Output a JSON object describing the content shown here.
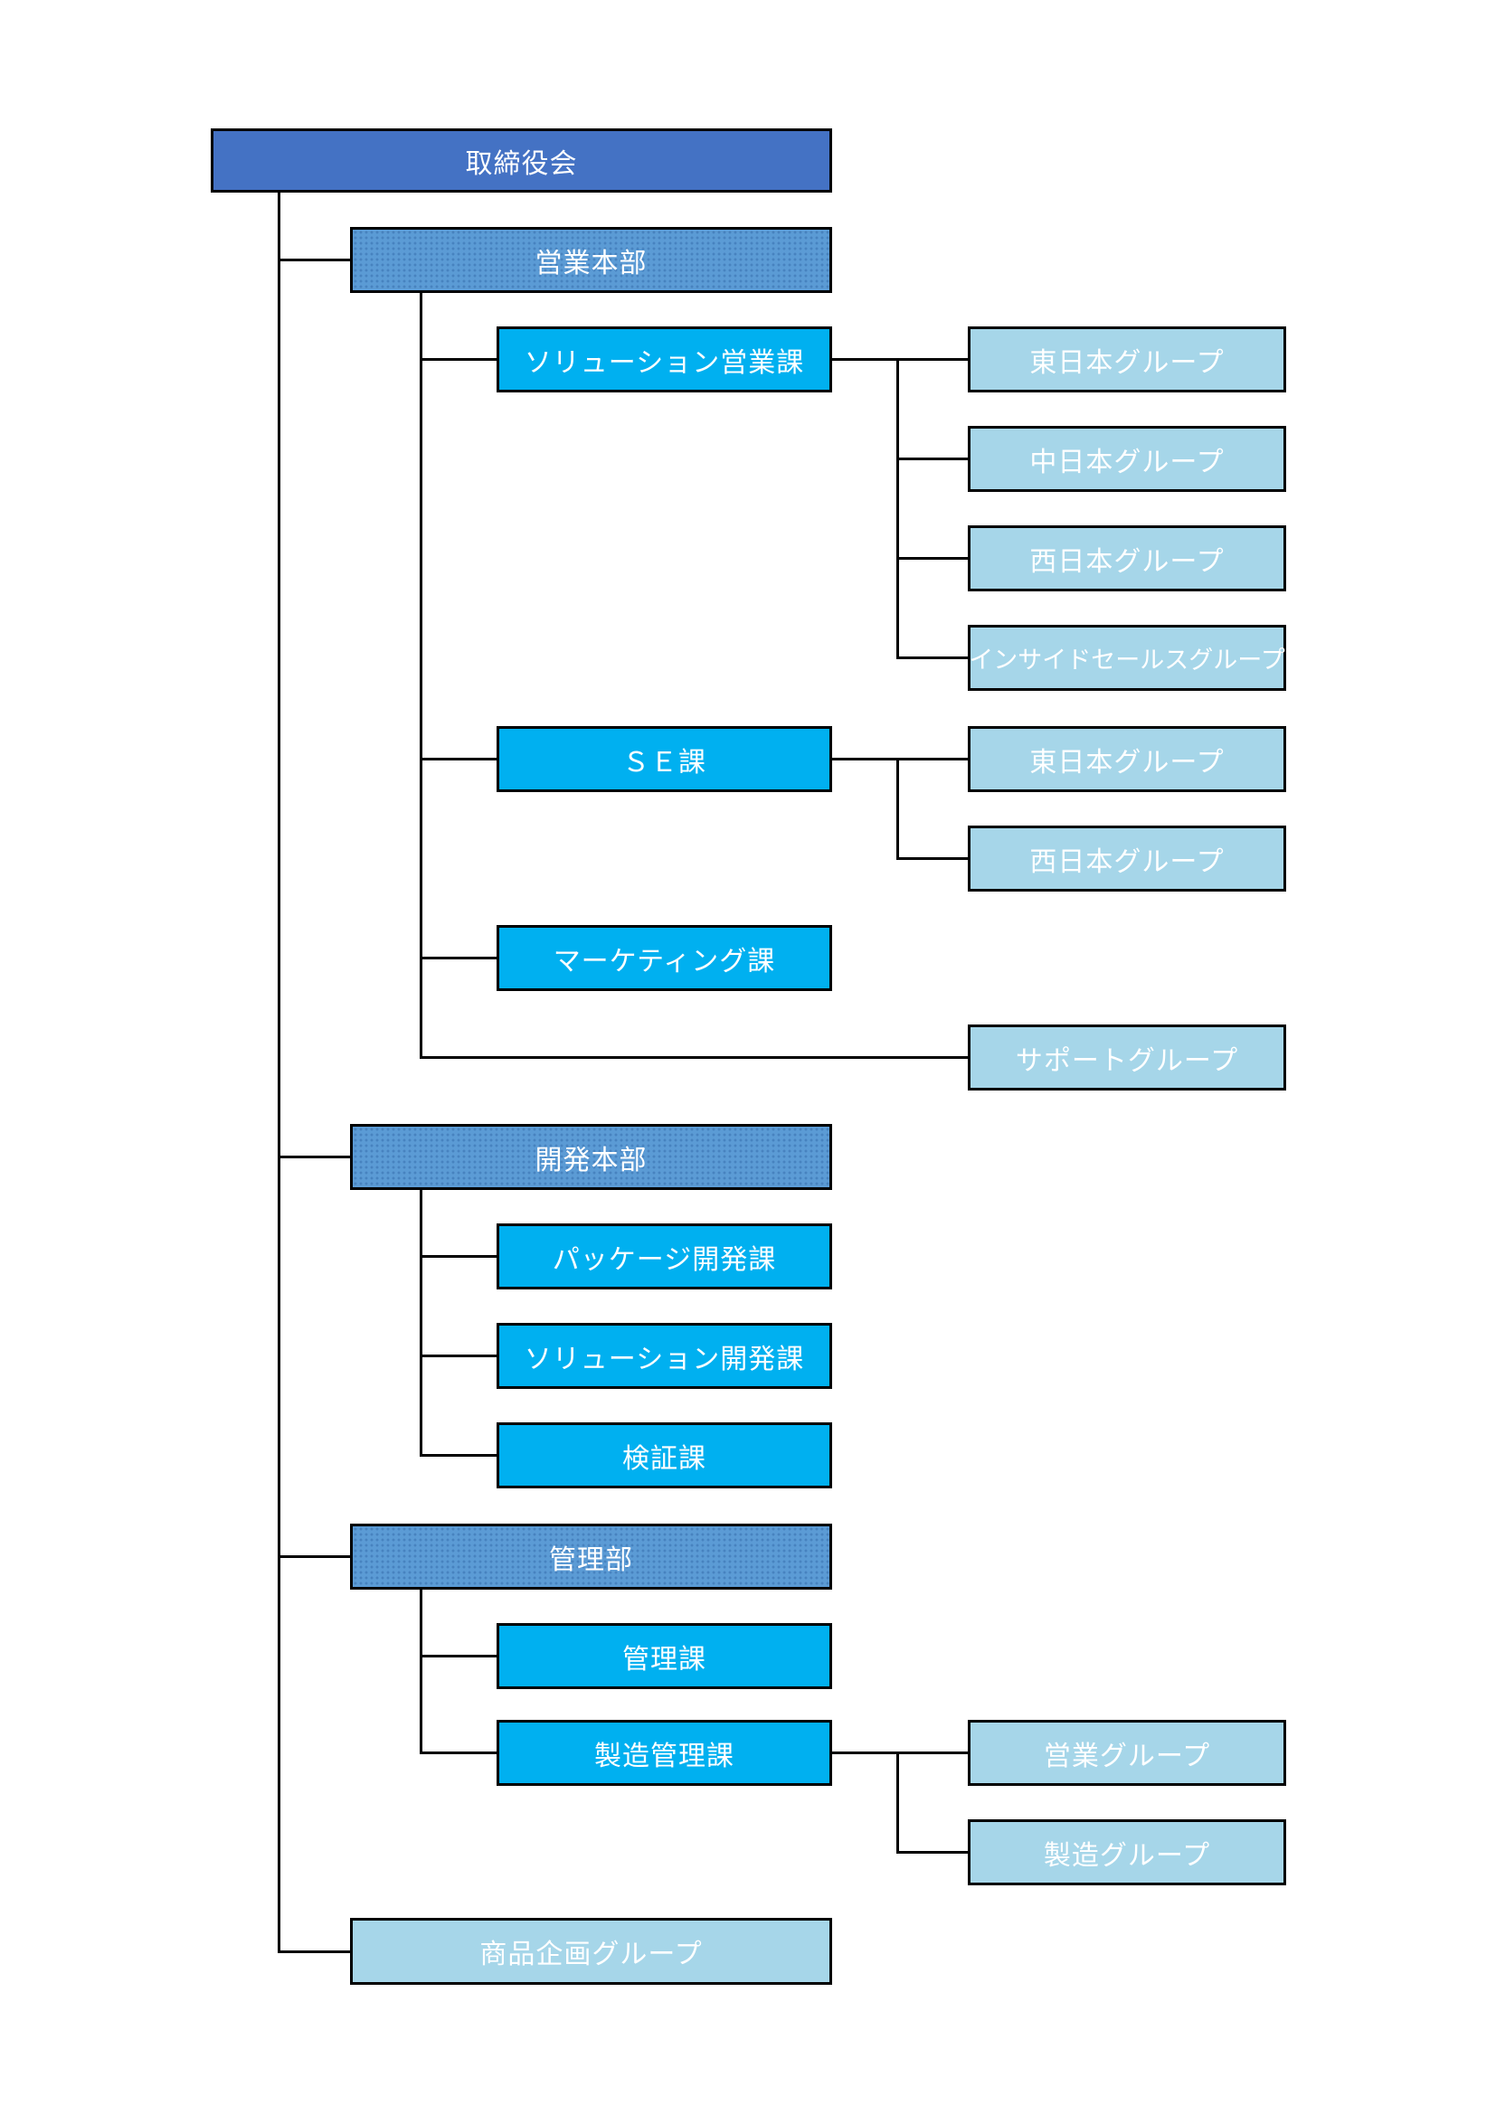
{
  "colors": {
    "board_fill": "#4472C4",
    "division_fill": "#5B9BD5",
    "section_fill": "#00B0F0",
    "group_fill": "#A6D6E9",
    "connector": "#000000",
    "border": "#000000",
    "label_text": "#FFFFFF",
    "background": "#FFFFFF"
  },
  "nodes": {
    "board": {
      "label": "取締役会",
      "type": "board"
    },
    "sales_division": {
      "label": "営業本部",
      "type": "division"
    },
    "solution_sales": {
      "label": "ソリューション営業課",
      "type": "section"
    },
    "east_japan_a": {
      "label": "東日本グループ",
      "type": "group"
    },
    "central_japan": {
      "label": "中日本グループ",
      "type": "group"
    },
    "west_japan_a": {
      "label": "西日本グループ",
      "type": "group"
    },
    "inside_sales": {
      "label": "インサイドセールスグループ",
      "type": "group"
    },
    "se_section": {
      "label": "ＳＥ課",
      "type": "section"
    },
    "east_japan_b": {
      "label": "東日本グループ",
      "type": "group"
    },
    "west_japan_b": {
      "label": "西日本グループ",
      "type": "group"
    },
    "marketing": {
      "label": "マーケティング課",
      "type": "section"
    },
    "support_group": {
      "label": "サポートグループ",
      "type": "group"
    },
    "dev_division": {
      "label": "開発本部",
      "type": "division"
    },
    "package_dev": {
      "label": "パッケージ開発課",
      "type": "section"
    },
    "solution_dev": {
      "label": "ソリューション開発課",
      "type": "section"
    },
    "verification": {
      "label": "検証課",
      "type": "section"
    },
    "admin_department": {
      "label": "管理部",
      "type": "division"
    },
    "admin_section": {
      "label": "管理課",
      "type": "section"
    },
    "mfg_mgmt_section": {
      "label": "製造管理課",
      "type": "section"
    },
    "sales_group": {
      "label": "営業グループ",
      "type": "group"
    },
    "mfg_group": {
      "label": "製造グループ",
      "type": "group"
    },
    "product_planning": {
      "label": "商品企画グループ",
      "type": "group"
    }
  },
  "structure": {
    "board": [
      "sales_division",
      "dev_division",
      "admin_department",
      "product_planning"
    ],
    "sales_division": [
      "solution_sales",
      "se_section",
      "marketing",
      "support_group"
    ],
    "solution_sales": [
      "east_japan_a",
      "central_japan",
      "west_japan_a",
      "inside_sales"
    ],
    "se_section": [
      "east_japan_b",
      "west_japan_b"
    ],
    "dev_division": [
      "package_dev",
      "solution_dev",
      "verification"
    ],
    "admin_department": [
      "admin_section",
      "mfg_mgmt_section"
    ],
    "mfg_mgmt_section": [
      "sales_group",
      "mfg_group"
    ]
  }
}
